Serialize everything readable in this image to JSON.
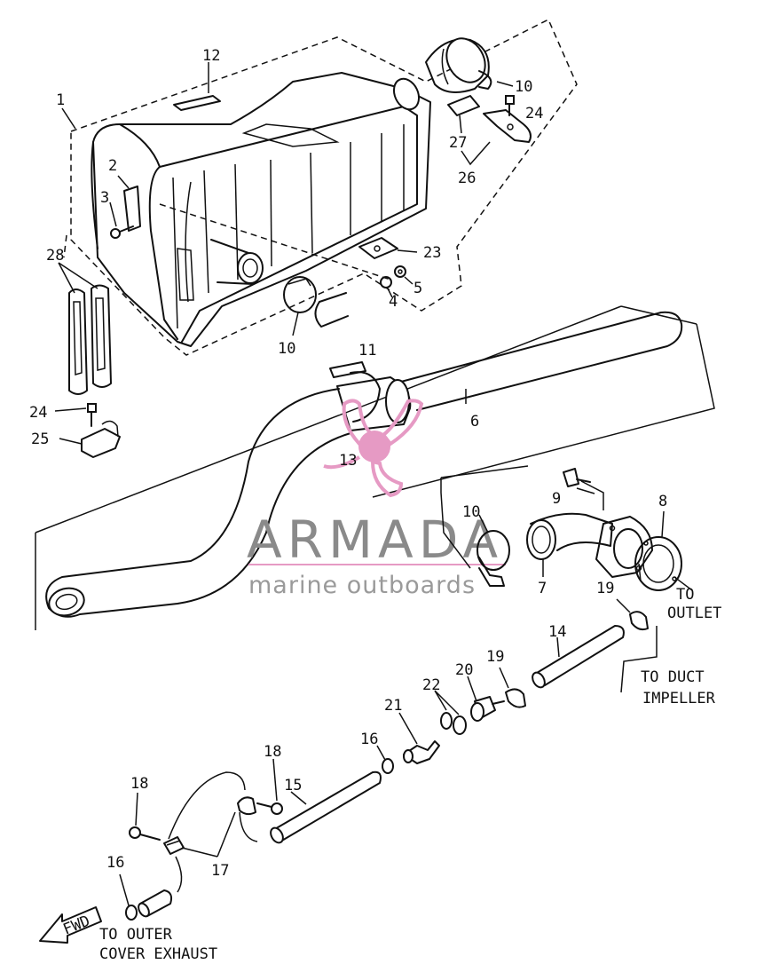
{
  "watermark": {
    "brand": "ARMADA",
    "tagline": "marine outboards",
    "accent_color": "#e69ac4",
    "text_color": "#8a8a8a"
  },
  "callouts": {
    "c1": "1",
    "c2": "2",
    "c3": "3",
    "c4": "4",
    "c5": "5",
    "c6": "6",
    "c7": "7",
    "c8": "8",
    "c9": "9",
    "c10a": "10",
    "c10b": "10",
    "c10c": "10",
    "c11": "11",
    "c12": "12",
    "c13": "13",
    "c14": "14",
    "c15": "15",
    "c16a": "16",
    "c16b": "16",
    "c17": "17",
    "c18a": "18",
    "c18b": "18",
    "c19a": "19",
    "c19b": "19",
    "c20": "20",
    "c21": "21",
    "c22": "22",
    "c23": "23",
    "c24a": "24",
    "c24b": "24",
    "c25": "25",
    "c26": "26",
    "c27": "27",
    "c28": "28"
  },
  "notes": {
    "to_outlet_1": "TO",
    "to_outlet_2": "OUTLET",
    "to_duct_1": "TO DUCT",
    "to_duct_2": "IMPELLER",
    "to_outer_1": "TO OUTER",
    "to_outer_2": "COVER EXHAUST",
    "fwd": "FWD"
  }
}
